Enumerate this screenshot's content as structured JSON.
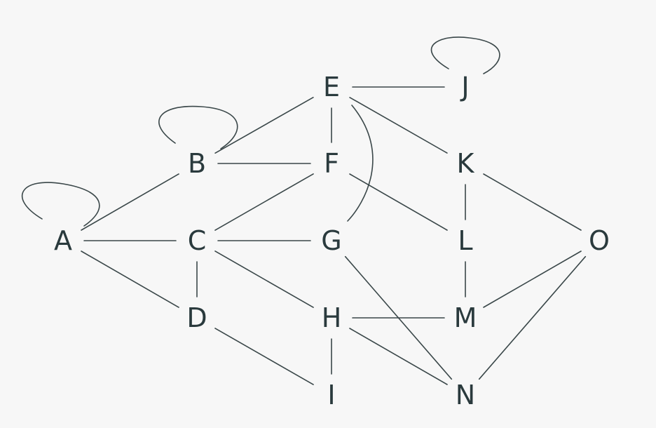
{
  "graph": {
    "colors": {
      "background": "#f7f7f7",
      "stroke": "#3a4749",
      "text": "#2a3a3d"
    },
    "nodes": [
      {
        "id": "A",
        "label": "A"
      },
      {
        "id": "B",
        "label": "B"
      },
      {
        "id": "C",
        "label": "C"
      },
      {
        "id": "D",
        "label": "D"
      },
      {
        "id": "E",
        "label": "E"
      },
      {
        "id": "F",
        "label": "F"
      },
      {
        "id": "G",
        "label": "G"
      },
      {
        "id": "H",
        "label": "H"
      },
      {
        "id": "I",
        "label": "I"
      },
      {
        "id": "J",
        "label": "J"
      },
      {
        "id": "K",
        "label": "K"
      },
      {
        "id": "L",
        "label": "L"
      },
      {
        "id": "M",
        "label": "M"
      },
      {
        "id": "N",
        "label": "N"
      },
      {
        "id": "O",
        "label": "O"
      }
    ],
    "edges": [
      {
        "from": "A",
        "to": "A"
      },
      {
        "from": "B",
        "to": "B"
      },
      {
        "from": "J",
        "to": "J"
      },
      {
        "from": "A",
        "to": "B"
      },
      {
        "from": "A",
        "to": "C"
      },
      {
        "from": "A",
        "to": "D"
      },
      {
        "from": "B",
        "to": "E"
      },
      {
        "from": "B",
        "to": "F"
      },
      {
        "from": "C",
        "to": "F"
      },
      {
        "from": "C",
        "to": "G"
      },
      {
        "from": "C",
        "to": "D"
      },
      {
        "from": "C",
        "to": "H"
      },
      {
        "from": "D",
        "to": "I"
      },
      {
        "from": "E",
        "to": "J"
      },
      {
        "from": "E",
        "to": "F"
      },
      {
        "from": "E",
        "to": "G"
      },
      {
        "from": "E",
        "to": "K"
      },
      {
        "from": "F",
        "to": "L"
      },
      {
        "from": "G",
        "to": "N"
      },
      {
        "from": "H",
        "to": "M"
      },
      {
        "from": "H",
        "to": "I"
      },
      {
        "from": "H",
        "to": "N"
      },
      {
        "from": "K",
        "to": "L"
      },
      {
        "from": "K",
        "to": "O"
      },
      {
        "from": "L",
        "to": "M"
      },
      {
        "from": "M",
        "to": "O"
      },
      {
        "from": "N",
        "to": "O"
      }
    ]
  }
}
